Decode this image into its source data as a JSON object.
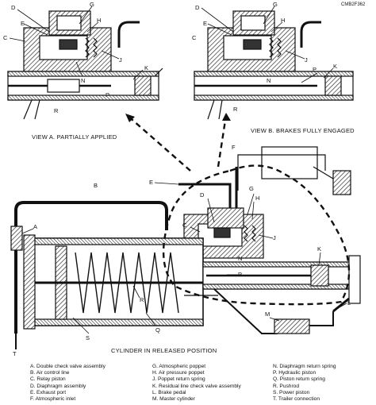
{
  "figure_code": "CMB2F362",
  "view_a_caption": "VIEW A. PARTIALLY APPLIED",
  "view_b_caption": "VIEW B. BRAKES FULLY ENGAGED",
  "main_caption": "CYLINDER IN RELEASED POSITION",
  "legend": {
    "col1": [
      "A. Double check valve assembly",
      "B. Air control line",
      "C. Relay piston",
      "D. Diaphragm assembly",
      "E. Exhaust port",
      "F. Atmospheric inlet"
    ],
    "col2": [
      "G. Atmospheric poppet",
      "H. Air pressure poppet",
      "J. Poppet return spring",
      "K. Residual line check valve assembly",
      "L. Brake pedal",
      "M. Master cylinder"
    ],
    "col3": [
      "N. Diaphragm return spring",
      "P. Hydraulic piston",
      "Q. Piston return spring",
      "R. Pushrod",
      "S. Power piston",
      "T. Trailer connection"
    ]
  },
  "labels": {
    "A": "A",
    "B": "B",
    "C": "C",
    "D": "D",
    "E": "E",
    "F": "F",
    "G": "G",
    "H": "H",
    "J": "J",
    "K": "K",
    "L": "L",
    "M": "M",
    "N": "N",
    "P": "P",
    "Q": "Q",
    "R": "R",
    "S": "S",
    "T": "T"
  }
}
